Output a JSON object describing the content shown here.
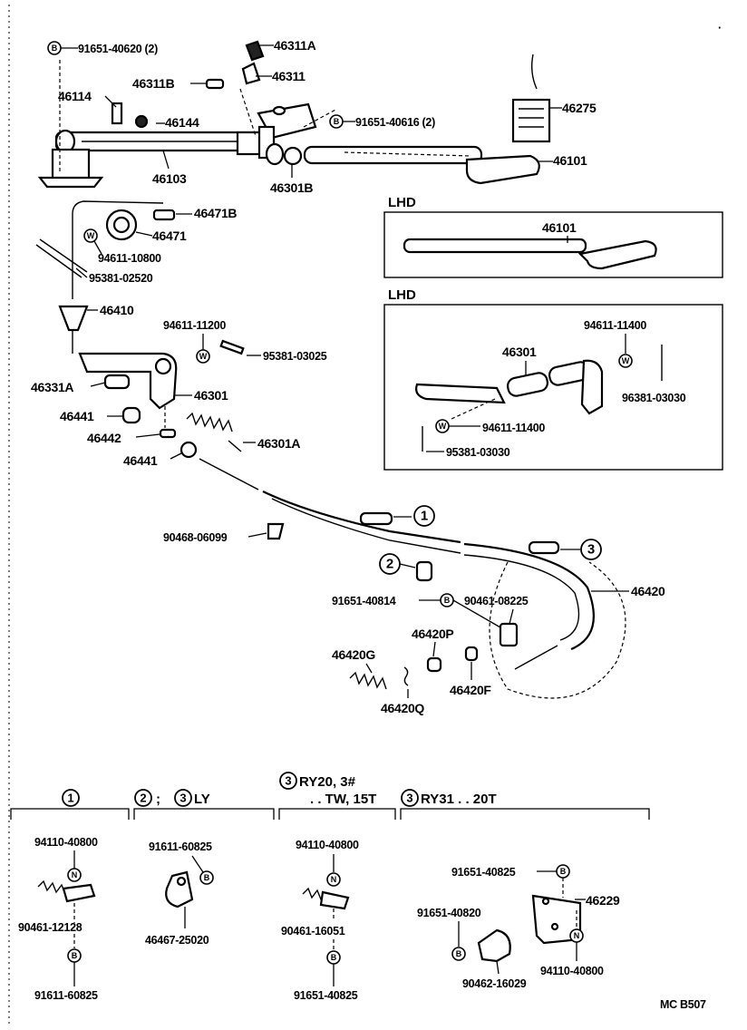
{
  "diagram": {
    "parts": {
      "p_91651_40620_2": "91651-40620 (2)",
      "p_46311A": "46311A",
      "p_46311B": "46311B",
      "p_46311": "46311",
      "p_46114": "46114",
      "p_46144": "46144",
      "p_91651_40616_2": "91651-40616 (2)",
      "p_46275": "46275",
      "p_46103": "46103",
      "p_46301B": "46301B",
      "p_46101": "46101",
      "p_46471B": "46471B",
      "p_46471": "46471",
      "p_94611_10800": "94611-10800",
      "p_95381_02520": "95381-02520",
      "p_46410": "46410",
      "p_94611_11200": "94611-11200",
      "p_95381_03025": "95381-03025",
      "p_46331A": "46331A",
      "p_46301": "46301",
      "p_46441_a": "46441",
      "p_46442": "46442",
      "p_46301A": "46301A",
      "p_46441_b": "46441",
      "p_90468_06099": "90468-06099",
      "p_91651_40814": "91651-40814",
      "p_90461_08225": "90461-08225",
      "p_46420": "46420",
      "p_46420P": "46420P",
      "p_46420G": "46420G",
      "p_46420F": "46420F",
      "p_46420Q": "46420Q"
    },
    "lhd_top": {
      "label": "LHD",
      "p_46101": "46101"
    },
    "lhd_bottom": {
      "label": "LHD",
      "p_94611_11400_a": "94611-11400",
      "p_46301": "46301",
      "p_96381_03030": "96381-03030",
      "p_94611_11400_b": "94611-11400",
      "p_95381_03030": "95381-03030"
    },
    "callouts": {
      "c1": "1",
      "c2": "2",
      "c3": "3"
    },
    "symbols": {
      "bolt": "B",
      "washer": "W",
      "nut": "N"
    },
    "sections": {
      "s1": {
        "num": "1",
        "suffix": ""
      },
      "s2": {
        "num_a": "2",
        "sep": ";",
        "num_b": "3",
        "suffix": "LY"
      },
      "s3": {
        "num": "3",
        "line1": "RY20, 3#",
        "line2": ". . TW, 15T"
      },
      "s4": {
        "num": "3",
        "suffix": "RY31 . . 20T"
      }
    },
    "detail": {
      "d1_94110_40800": "94110-40800",
      "d1_90461_12128": "90461-12128",
      "d1_91611_60825": "91611-60825",
      "d2_91611_60825": "91611-60825",
      "d2_46467_25020": "46467-25020",
      "d3_94110_40800": "94110-40800",
      "d3_90461_16051": "90461-16051",
      "d3_91651_40825": "91651-40825",
      "d4_91651_40825": "91651-40825",
      "d4_46229": "46229",
      "d4_91651_40820": "91651-40820",
      "d4_94110_40800": "94110-40800",
      "d4_90462_16029": "90462-16029"
    },
    "footer_code": "MC  B507"
  }
}
